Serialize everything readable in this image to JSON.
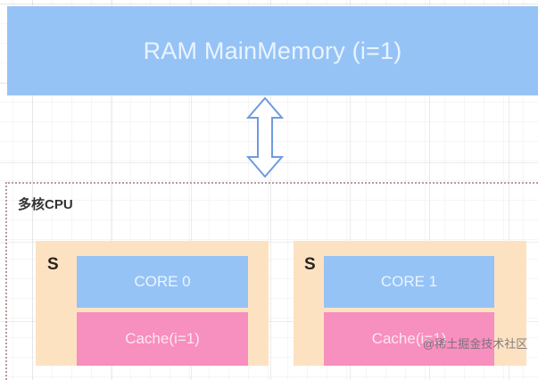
{
  "ram": {
    "label": "RAM MainMemory (i=1)",
    "color": "#96c3f6"
  },
  "arrow": {
    "icon": "double-arrow-vertical-icon",
    "stroke": "#6f9be0"
  },
  "cpu": {
    "label": "多核CPU",
    "sockets": [
      {
        "label": "S",
        "core": "CORE 0",
        "cache": "Cache(i=1)"
      },
      {
        "label": "S",
        "core": "CORE 1",
        "cache": "Cache(i=1)"
      }
    ]
  },
  "colors": {
    "socket": "#fde2c2",
    "core": "#96c3f6",
    "cache": "#f78fbf"
  },
  "watermark": "@稀土掘金技术社区"
}
